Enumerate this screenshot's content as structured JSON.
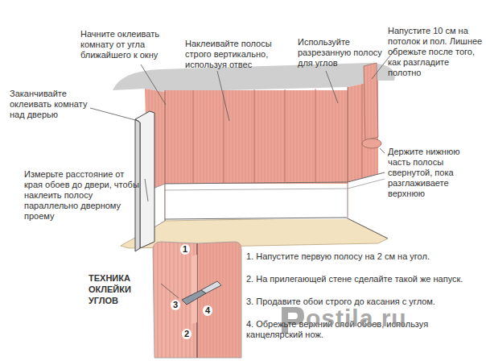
{
  "diagram": {
    "labels": [
      "Начните оклеивать комнату от угла ближайшего к окну",
      "Наклеивайте полосы строго вертикально, используя отвес",
      "Используйте разрезанную полосу для углов",
      "Напустите 10 см на потолок и пол. Лишнее обрежьте после того, как разгладите полотно",
      "Заканчивайте оклеивать комнату над дверью",
      "Держите нижнюю часть полосы свернутой, пока разглаживаете верхнюю",
      "Измерьте расстояние от края обоев до двери, чтобы наклеить полосу параллельно дверному проему",
      "ТЕХНИКА ОКЛЕЙКИ УГЛОВ",
      "1. Напустите первую полосу на 2 см на угол.",
      "2. На прилегающей стене сделайте такой же напуск.",
      "3. Продавите обои строго до касания с углом.",
      "4. Обрежьте верхний слой обоев, используя канцелярский нож.",
      "1",
      "2",
      "3",
      "4",
      "ostila.ru"
    ]
  }
}
